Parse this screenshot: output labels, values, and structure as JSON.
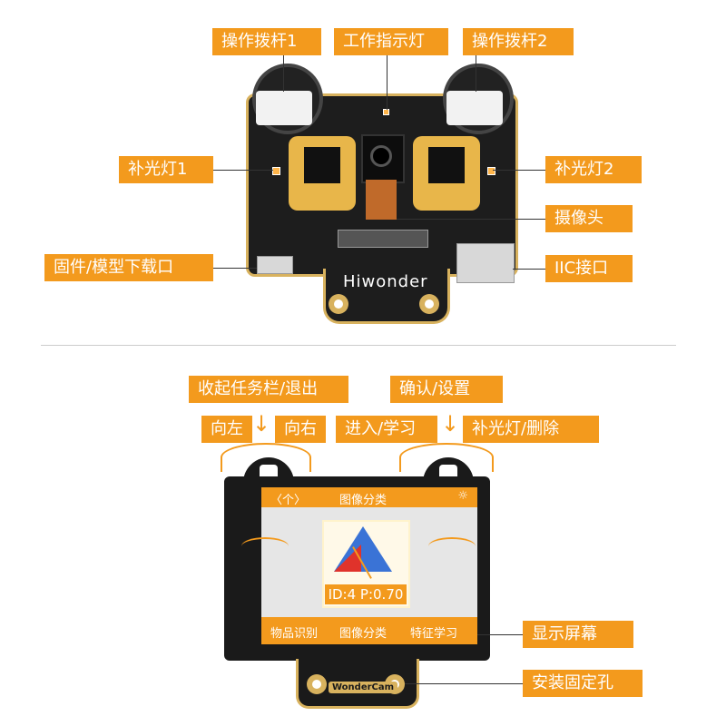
{
  "top": {
    "labels": {
      "lever1": "操作拨杆1",
      "indicator": "工作指示灯",
      "lever2": "操作拨杆2",
      "fill_light1": "补光灯1",
      "fill_light2": "补光灯2",
      "camera": "摄像头",
      "firmware_port": "固件/模型下载口",
      "iic_port": "IIC接口"
    },
    "brand": "Hiwonder"
  },
  "bottom": {
    "labels": {
      "collapse_exit": "收起任务栏/退出",
      "confirm_settings": "确认/设置",
      "left": "向左",
      "right": "向右",
      "enter_learn": "进入/学习",
      "fill_light_delete": "补光灯/删除",
      "display": "显示屏幕",
      "mount_hole": "安装固定孔"
    },
    "screen": {
      "nav": "〈个〉",
      "title": "图像分类",
      "light_icon": "light-icon",
      "result": "ID:4 P:0.70",
      "tabs": [
        "物品识别",
        "图像分类",
        "特征学习"
      ]
    },
    "brand": "WonderCam"
  },
  "colors": {
    "accent": "#f39a1d",
    "gold": "#e8b64a",
    "board": "#1d1d1d"
  }
}
